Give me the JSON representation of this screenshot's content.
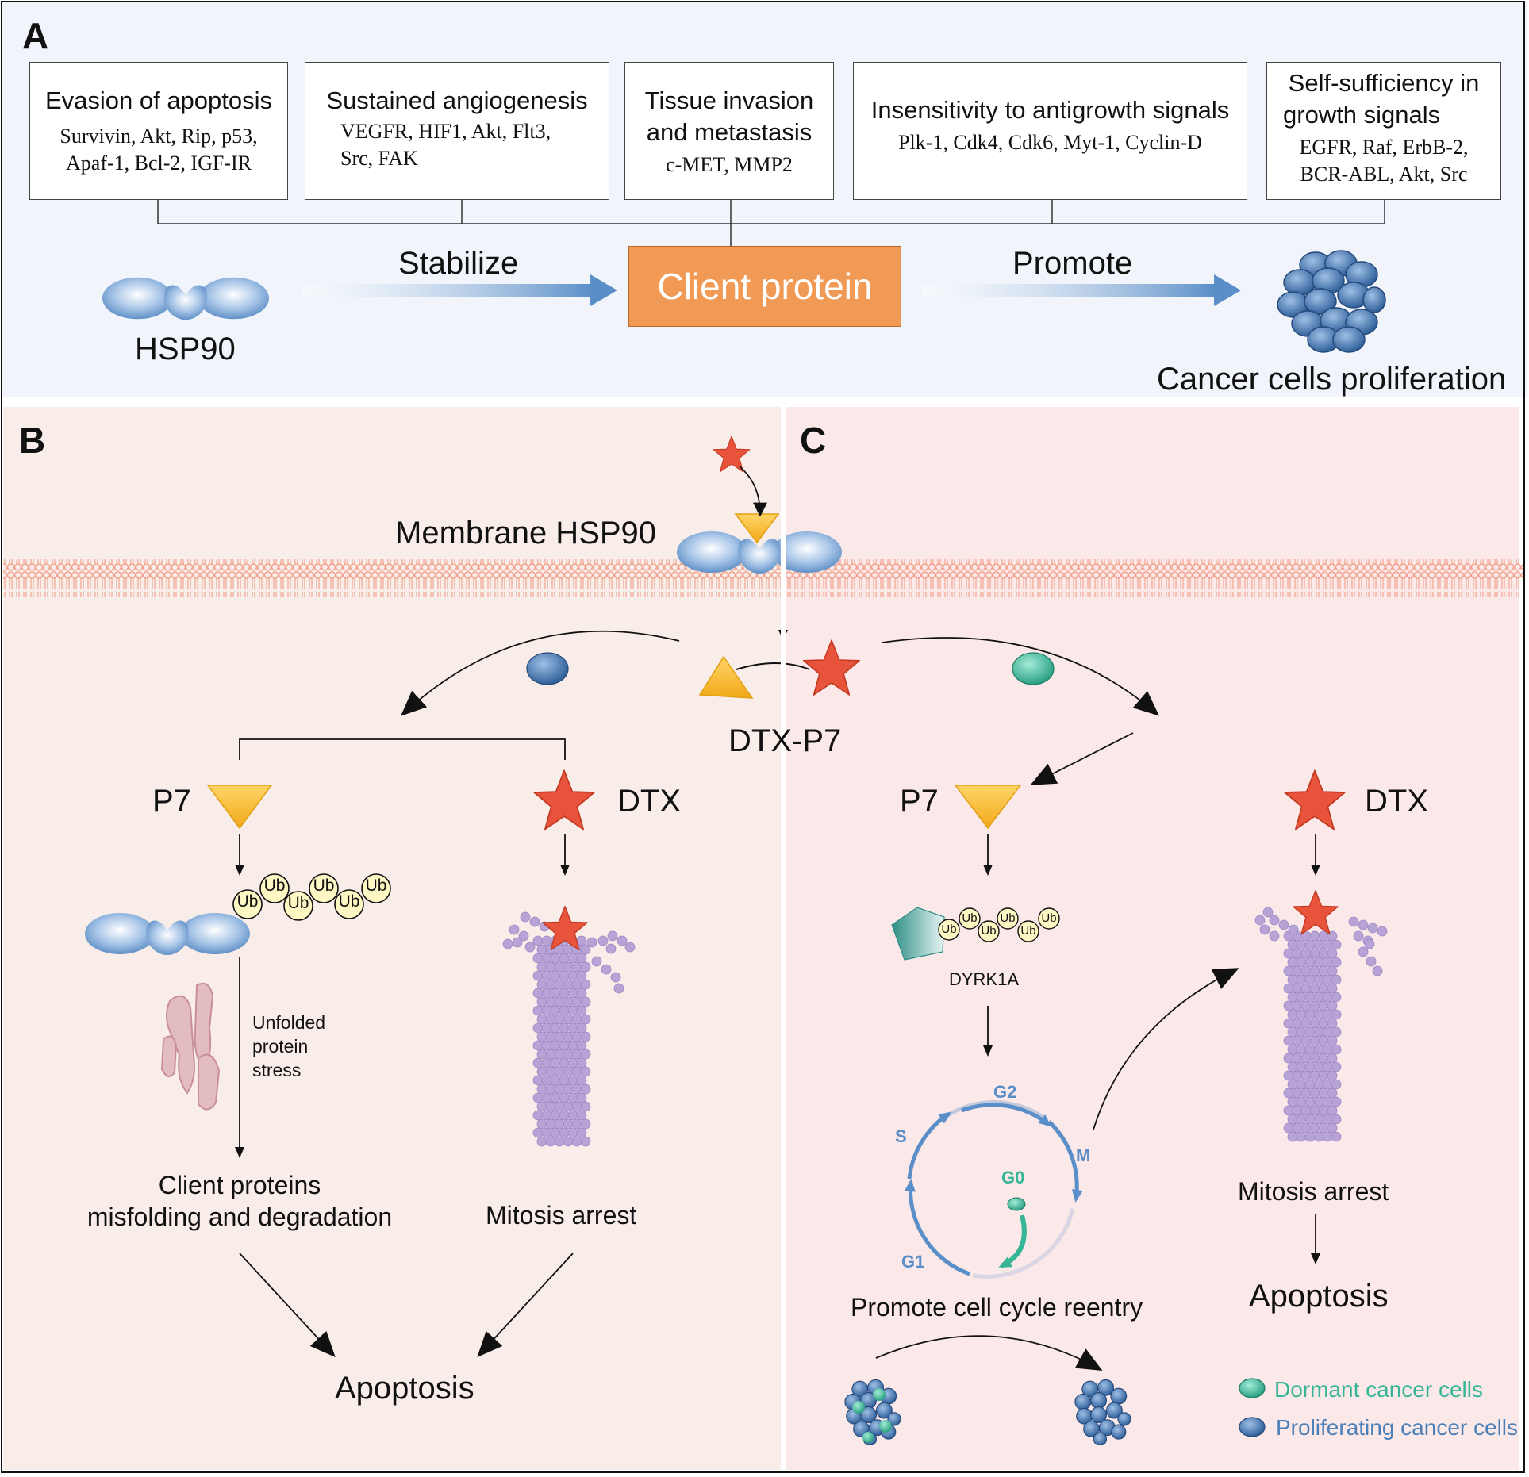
{
  "panel_letters": {
    "a": "A",
    "b": "B",
    "c": "C"
  },
  "panel_a": {
    "hallmarks": [
      {
        "title": "Evasion of apoptosis",
        "lines": [
          "Survivin, Akt, Rip, p53,",
          "Apaf-1, Bcl-2, IGF-IR"
        ]
      },
      {
        "title": "Sustained angiogenesis",
        "lines": [
          "VEGFR, HIF1, Akt, Flt3,",
          "Src, FAK"
        ]
      },
      {
        "title": "Tissue invasion",
        "title2": "and metastasis",
        "lines": [
          "c-MET, MMP2"
        ]
      },
      {
        "title": "Insensitivity to antigrowth signals",
        "lines": [
          "Plk-1, Cdk4, Cdk6, Myt-1, Cyclin-D"
        ]
      },
      {
        "title": "Self-sufficiency in",
        "title2": "growth signals",
        "lines": [
          "EGFR, Raf, ErbB-2,",
          "BCR-ABL, Akt, Src"
        ]
      }
    ],
    "hsp90_label": "HSP90",
    "stabilize_label": "Stabilize",
    "client_protein_label": "Client protein",
    "promote_label": "Promote",
    "proliferation_label": "Cancer cells proliferation"
  },
  "shared": {
    "membrane_label": "Membrane HSP90",
    "conjugate_label": "DTX-P7"
  },
  "panel_b": {
    "p7_label": "P7",
    "dtx_label": "DTX",
    "ub_label": "Ub",
    "stress_lines": [
      "Unfolded",
      "protein",
      "stress"
    ],
    "client_lines": [
      "Client proteins",
      "misfolding and degradation"
    ],
    "mitosis_label": "Mitosis arrest",
    "apoptosis_label": "Apoptosis"
  },
  "panel_c": {
    "p7_label": "P7",
    "dtx_label": "DTX",
    "ub_label": "Ub",
    "dyrk_label": "DYRK1A",
    "cycle_phases": {
      "g2": "G2",
      "s": "S",
      "m": "M",
      "g0": "G0",
      "g1": "G1"
    },
    "reentry_label": "Promote cell cycle reentry",
    "mitosis_label": "Mitosis arrest",
    "apoptosis_label": "Apoptosis",
    "legend": [
      {
        "label": "Dormant cancer cells",
        "color": "#37b597"
      },
      {
        "label": "Proliferating cancer cells",
        "color": "#4a7fb8"
      }
    ]
  },
  "colors": {
    "hsp90_blue": "#6f9fd1",
    "client_orange": "#f09a55",
    "star_red": "#e8533c",
    "triangle_yellow": "#f6b51f",
    "membrane": "#f2a48e",
    "tubulin_purple": "#b7a3d6",
    "dormant_teal": "#37b597",
    "proliferating_blue": "#4a7fb8",
    "arrow_blue": "#5a8ec8"
  }
}
